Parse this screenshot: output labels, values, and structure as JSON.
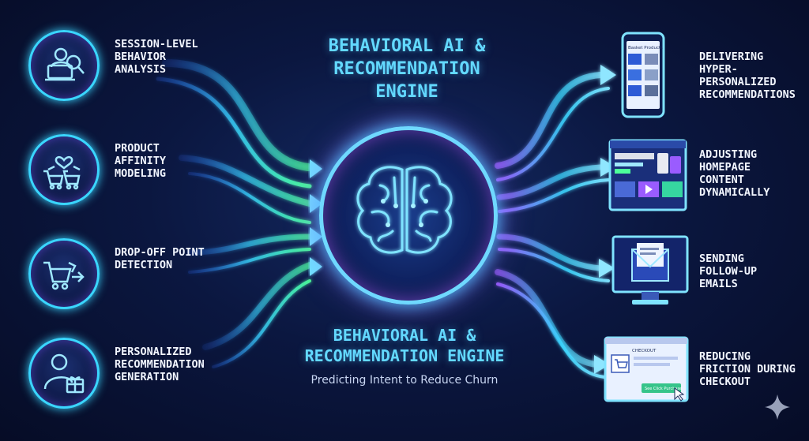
{
  "title_top": "BEHAVIORAL AI &\nRECOMMENDATION\nENGINE",
  "title_bottom": "BEHAVIORAL AI &\nRECOMMENDATION ENGINE",
  "subtitle": "Predicting Intent to Reduce Churn",
  "inputs": [
    {
      "label": "SESSION-LEVEL\nBEHAVIOR\nANALYSIS",
      "icon": "user-analysis-icon"
    },
    {
      "label": "PRODUCT\nAFFINITY\nMODELING",
      "icon": "shopping-carts-heart-icon"
    },
    {
      "label": "DROP-OFF POINT\nDETECTION",
      "icon": "cart-drop-off-icon"
    },
    {
      "label": "PERSONALIZED\nRECOMMENDATION\nGENERATION",
      "icon": "user-gift-icon"
    }
  ],
  "outputs": [
    {
      "label": "DELIVERING\nHYPER-\nPERSONALIZED\nRECOMMENDATIONS",
      "icon": "phone-products-icon"
    },
    {
      "label": "ADJUSTING\nHOMEPAGE\nCONTENT\nDYNAMICALLY",
      "icon": "browser-homepage-icon"
    },
    {
      "label": "SENDING\nFOLLOW-UP\nEMAILS",
      "icon": "monitor-email-icon"
    },
    {
      "label": "REDUCING\nFRICTION DURING\nCHECKOUT",
      "icon": "checkout-page-icon"
    }
  ],
  "devices": {
    "phone_header": "Basket Products",
    "checkout_header": "CHECKOUT",
    "checkout_button": "See Click Purchase"
  },
  "colors": {
    "accent_cyan": "#3ad6ff",
    "accent_purple": "#9a5cff",
    "accent_green": "#4cff9a",
    "background": "#0b1740"
  }
}
